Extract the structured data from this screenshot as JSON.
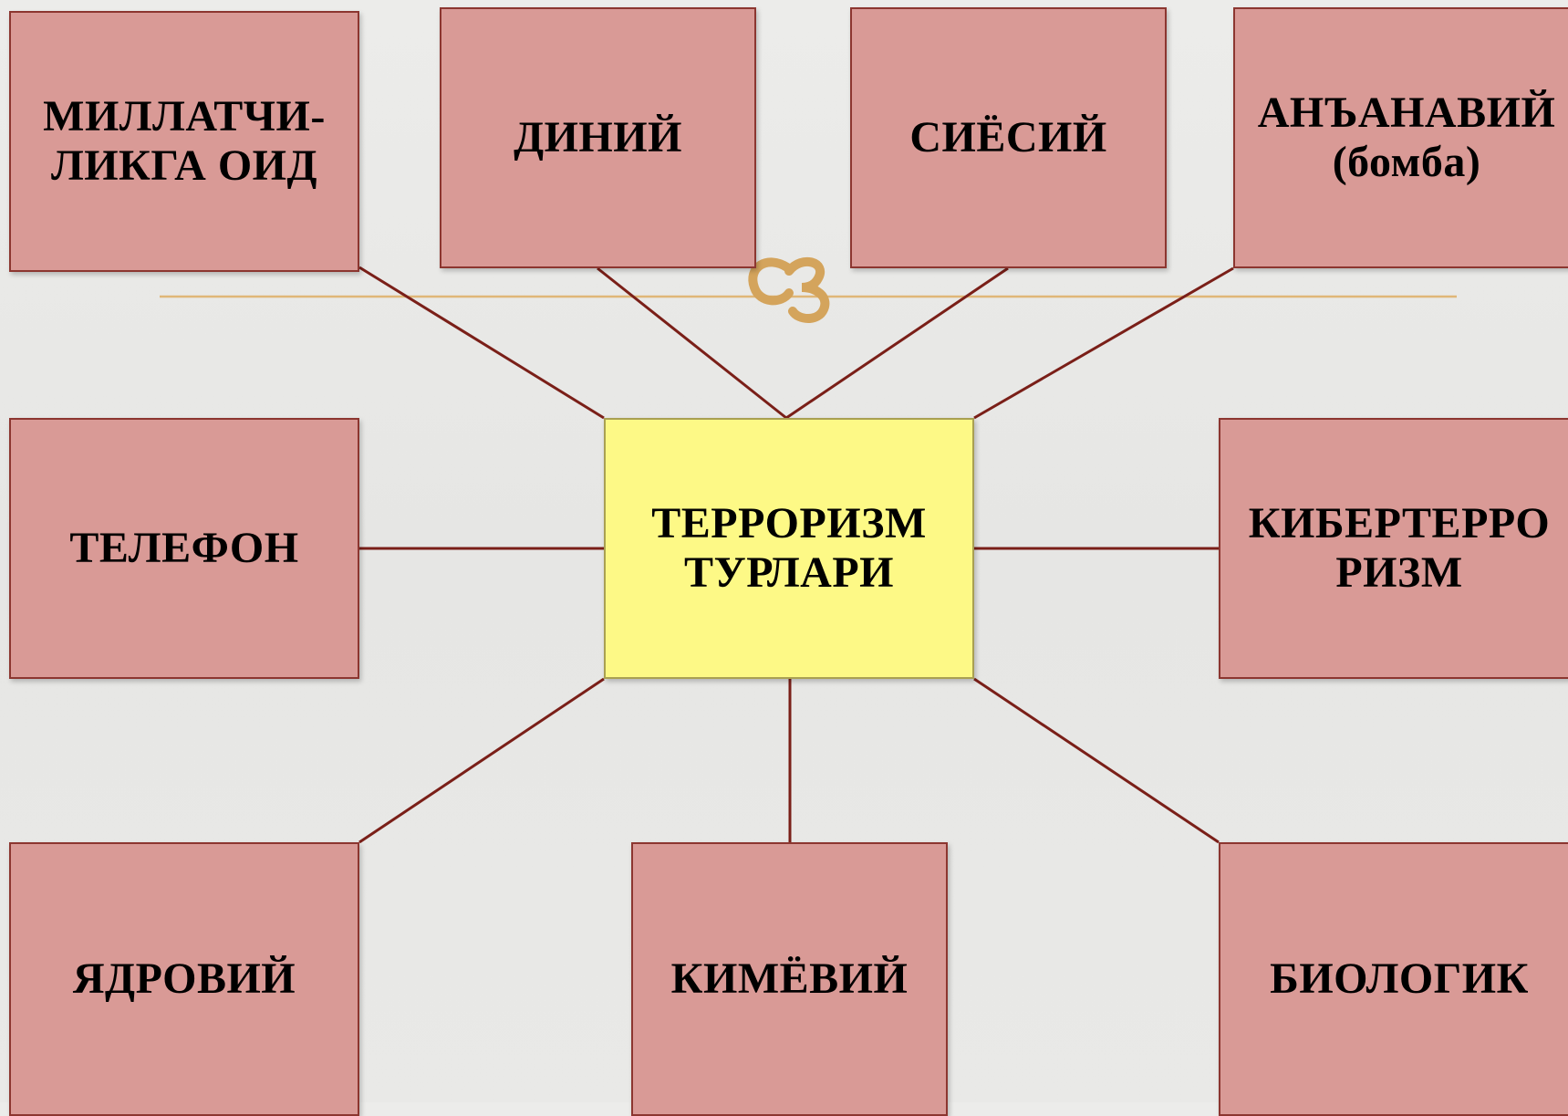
{
  "center": {
    "lines": [
      "ТЕРРОРИЗМ",
      "ТУРЛАРИ"
    ]
  },
  "nodes": {
    "millatchilik": {
      "lines": [
        "МИЛЛАТЧИ-",
        "ЛИКГА  ОИД"
      ]
    },
    "diniy": {
      "lines": [
        "ДИНИЙ"
      ]
    },
    "siyosiy": {
      "lines": [
        "СИЁСИЙ"
      ]
    },
    "ananaviy": {
      "lines": [
        "АНЪАНАВИЙ",
        "(бомба)"
      ]
    },
    "telefon": {
      "lines": [
        "ТЕЛЕФОН"
      ]
    },
    "kiberterrorizm": {
      "lines": [
        "КИБЕРТЕРРО",
        "РИЗМ"
      ]
    },
    "yadroviy": {
      "lines": [
        "ЯДРОВИЙ"
      ]
    },
    "kimyoviy": {
      "lines": [
        "КИМЁВИЙ"
      ]
    },
    "biologik": {
      "lines": [
        "БИОЛОГИК"
      ]
    }
  },
  "decoration": {
    "ornament_glyph": "ઝ",
    "ornament_color": "#d4a45c",
    "rule_color": "#e0b778"
  },
  "colors": {
    "node_fill": "#d99a96",
    "node_border": "#8c3630",
    "center_fill": "#fdf986",
    "connector": "#7a1f18"
  }
}
